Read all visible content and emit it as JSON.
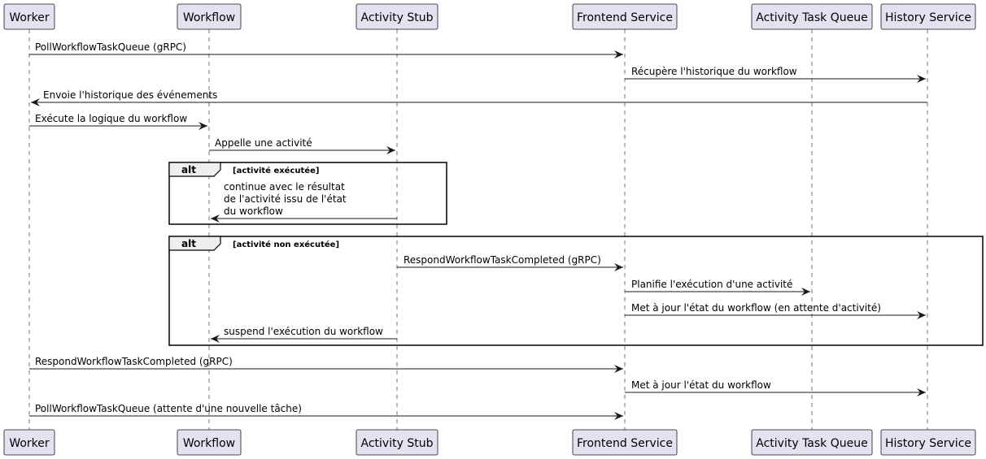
{
  "participants": [
    {
      "id": "worker",
      "label": "Worker"
    },
    {
      "id": "workflow",
      "label": "Workflow"
    },
    {
      "id": "stub",
      "label": "Activity Stub"
    },
    {
      "id": "frontend",
      "label": "Frontend Service"
    },
    {
      "id": "queue",
      "label": "Activity Task Queue"
    },
    {
      "id": "history",
      "label": "History Service"
    }
  ],
  "messages": [
    {
      "from": "worker",
      "to": "frontend",
      "lines": [
        "PollWorkflowTaskQueue (gRPC)"
      ]
    },
    {
      "from": "frontend",
      "to": "history",
      "lines": [
        "Récupère l'historique du workflow"
      ]
    },
    {
      "from": "history",
      "to": "worker",
      "lines": [
        "Envoie l'historique des événements"
      ]
    },
    {
      "from": "worker",
      "to": "workflow",
      "lines": [
        "Exécute la logique du workflow"
      ]
    },
    {
      "from": "workflow",
      "to": "stub",
      "lines": [
        "Appelle une activité"
      ]
    },
    {
      "from": "stub",
      "to": "workflow",
      "lines": [
        "continue avec le résultat",
        "de l'activité issu de l'état",
        "du workflow"
      ]
    },
    {
      "from": "stub",
      "to": "frontend",
      "lines": [
        "RespondWorkflowTaskCompleted (gRPC)"
      ]
    },
    {
      "from": "frontend",
      "to": "queue",
      "lines": [
        "Planifie l'exécution d'une activité"
      ]
    },
    {
      "from": "frontend",
      "to": "history",
      "lines": [
        "Met à jour l'état du workflow (en attente d'activité)"
      ]
    },
    {
      "from": "stub",
      "to": "workflow",
      "lines": [
        "suspend l'exécution du workflow"
      ]
    },
    {
      "from": "worker",
      "to": "frontend",
      "lines": [
        "RespondWorkflowTaskCompleted (gRPC)"
      ]
    },
    {
      "from": "frontend",
      "to": "history",
      "lines": [
        "Met à jour l'état du workflow"
      ]
    },
    {
      "from": "worker",
      "to": "frontend",
      "lines": [
        "PollWorkflowTaskQueue (attente d'une nouvelle tâche)"
      ]
    }
  ],
  "fragments": [
    {
      "keyword": "alt",
      "guard": "[activité exécutée]"
    },
    {
      "keyword": "alt",
      "guard": "[activité non exécutée]"
    }
  ]
}
